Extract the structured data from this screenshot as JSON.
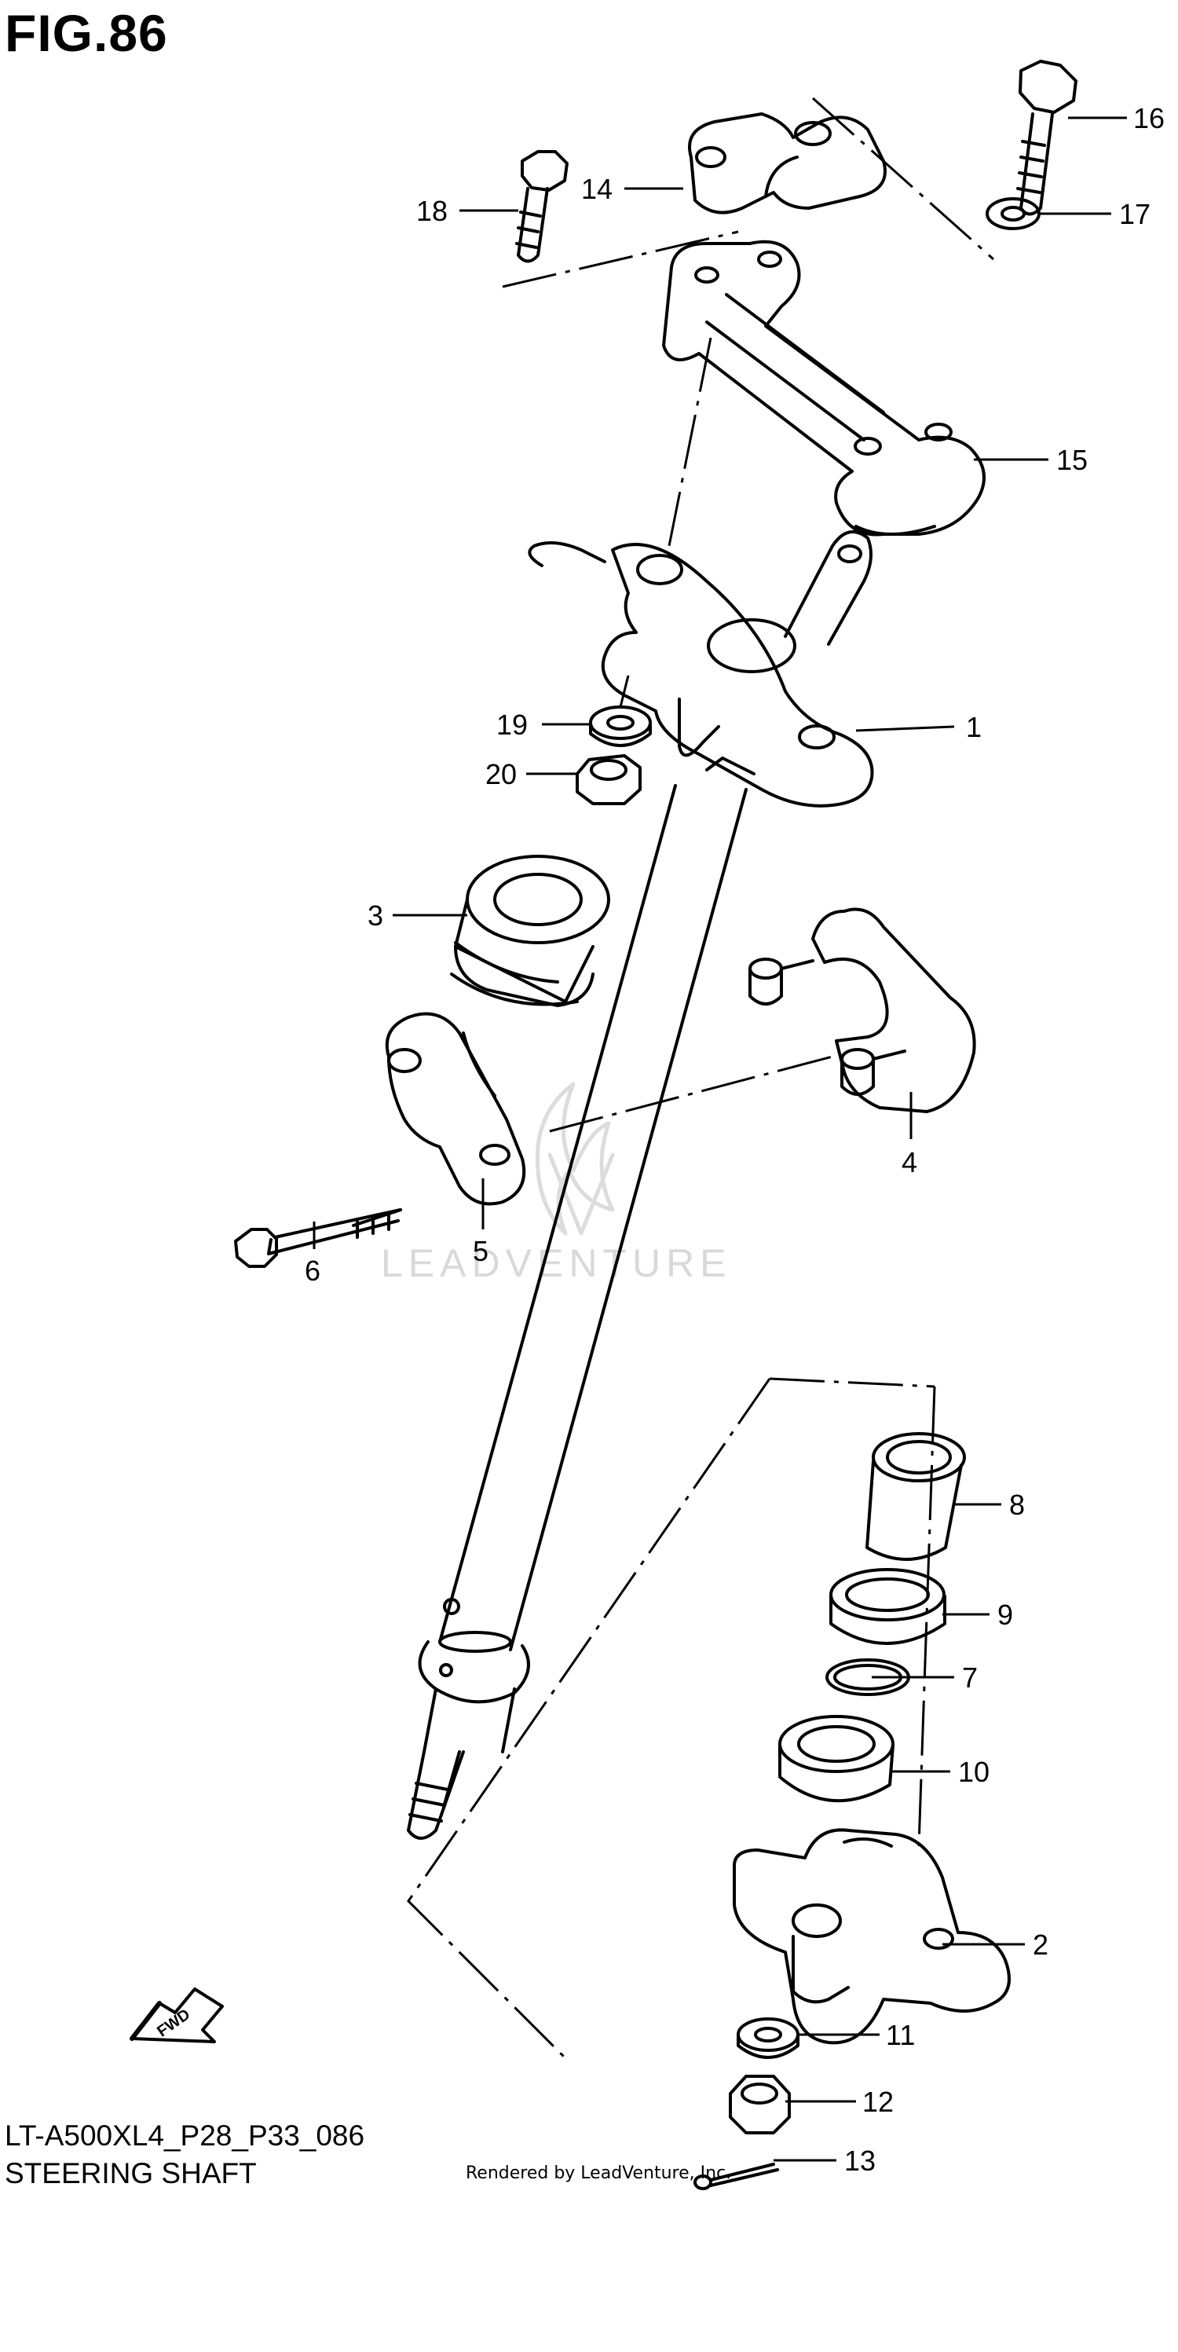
{
  "figure": {
    "title": "FIG.86",
    "model_code": "LT-A500XL4_P28_P33_086",
    "assembly_name": "STEERING SHAFT",
    "credit": "Rendered by LeadVenture, Inc.",
    "watermark": "LEADVENTURE",
    "fwd_label": "FWD"
  },
  "callouts": [
    "1",
    "2",
    "3",
    "4",
    "5",
    "6",
    "7",
    "8",
    "9",
    "10",
    "11",
    "12",
    "13",
    "14",
    "15",
    "16",
    "17",
    "18",
    "19",
    "20"
  ],
  "colors": {
    "line": "#000000",
    "background": "#ffffff",
    "watermark": "#d9d9d9"
  }
}
